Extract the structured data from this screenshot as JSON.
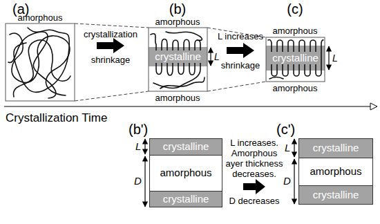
{
  "diagram": {
    "nodes": [
      {
        "text": [
          "crystalline"
        ]
      },
      {
        "text": [
          "crystalline"
        ]
      },
      {
        "text": [
          "crystalline"
        ]
      },
      {
        "text": [
          "amorphous"
        ]
      },
      {
        "text": [
          "crystalline"
        ]
      },
      {
        "text": [
          "crystalline"
        ]
      },
      {
        "text": [
          "amorphous"
        ]
      },
      {
        "text": [
          "crystalline"
        ]
      }
    ],
    "labels": [
      "(a)",
      "(b)",
      "(c)",
      "amorphous",
      "crystallization",
      "shrinkage",
      "amorphous",
      "L",
      "L increases",
      "shrinkage",
      "amorphous",
      "L",
      "amorphous",
      "amorphous",
      "Crystallization Time",
      "(b')",
      "L",
      "D",
      "L increases. Amorphous ayer thickness decreases.",
      "D decreases",
      "(c')",
      "L",
      "D"
    ]
  }
}
